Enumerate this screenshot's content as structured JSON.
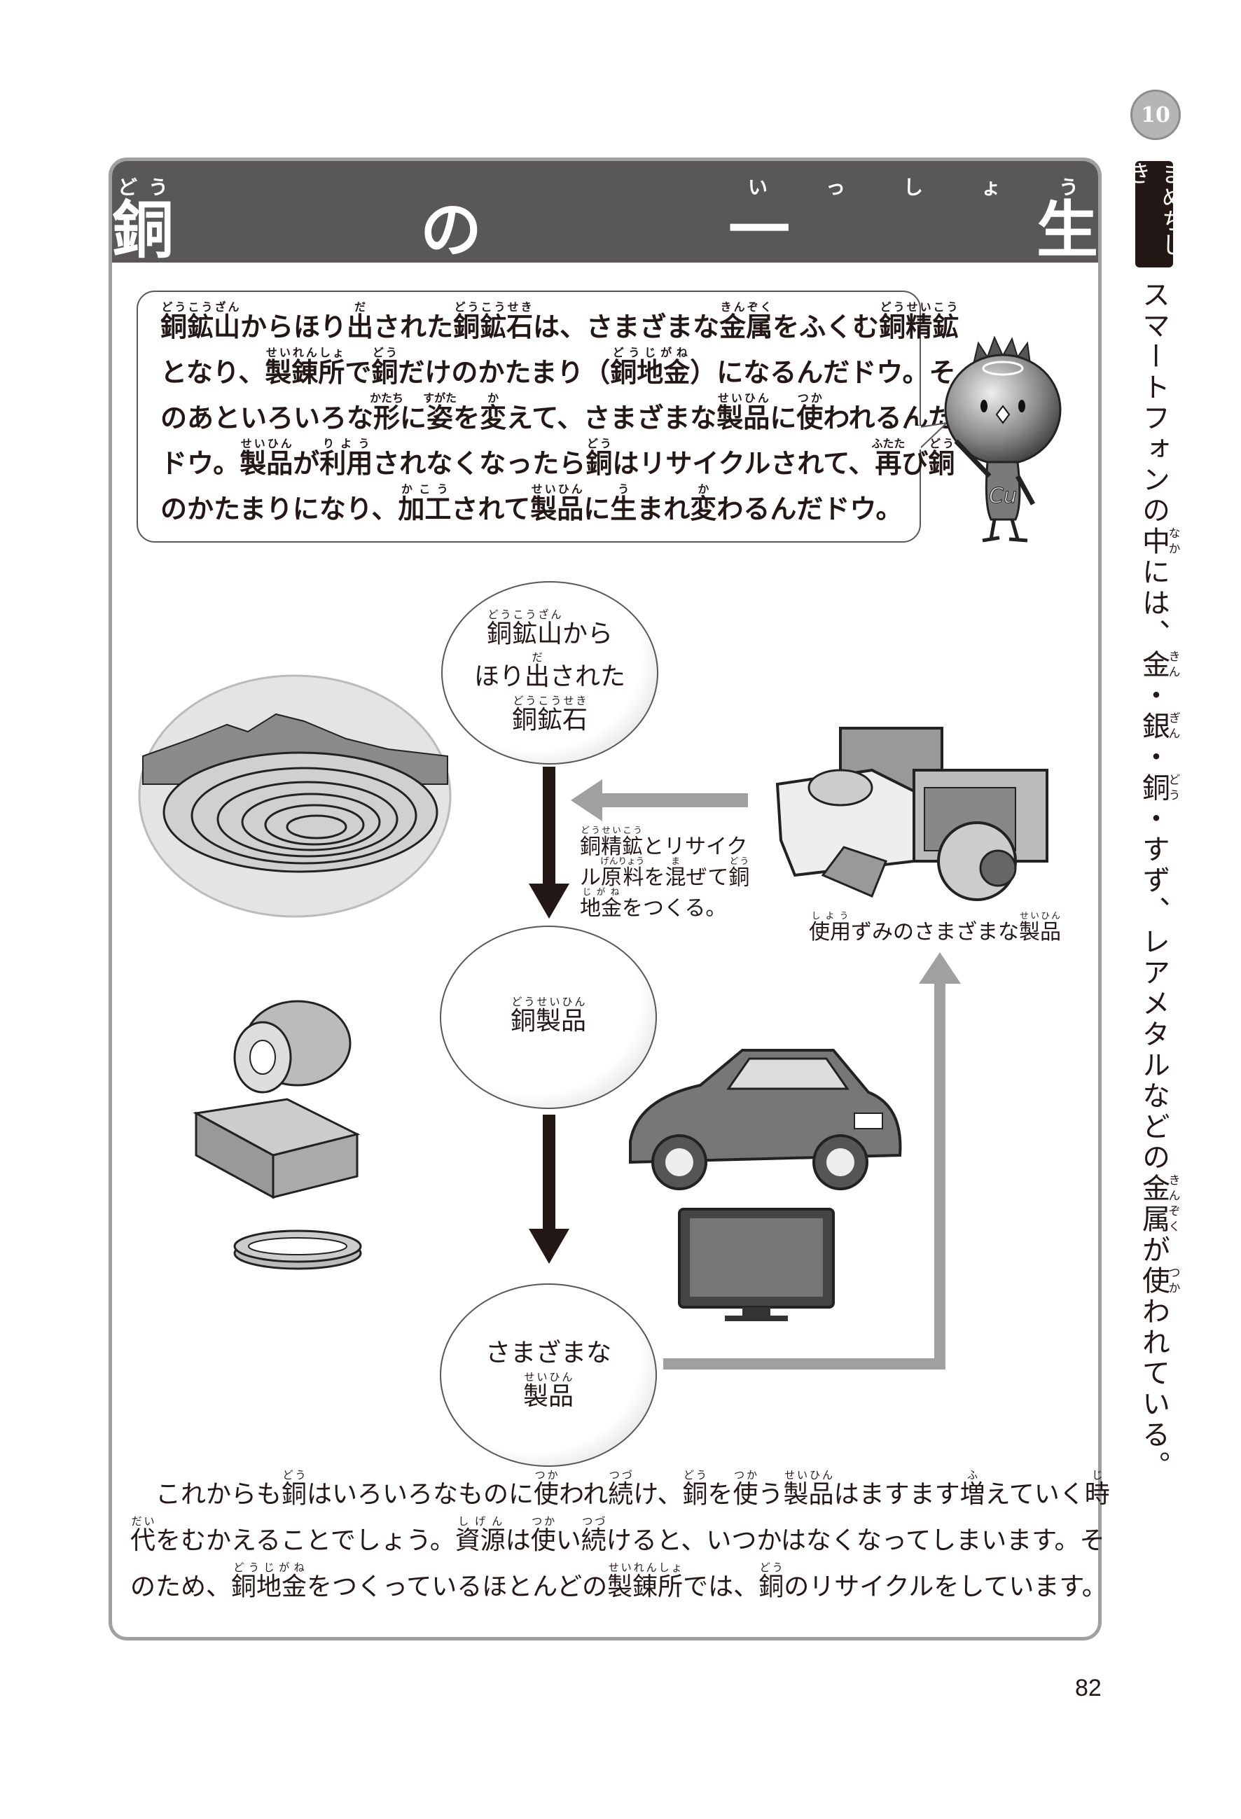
{
  "title": [
    [
      [
        "銅",
        "どう"
      ],
      [
        "の"
      ],
      [
        "一生",
        "いっしょう"
      ]
    ]
  ],
  "bubble_text": [
    [
      [
        "銅鉱山",
        "どうこうざん"
      ],
      [
        "からほり"
      ],
      [
        "出",
        "だ"
      ],
      [
        "された"
      ],
      [
        "銅鉱石",
        "どうこうせき"
      ],
      [
        "は、さまざまな"
      ],
      [
        "金属",
        "きんぞく"
      ],
      [
        "をふくむ"
      ],
      [
        "銅精鉱",
        "どうせいこう"
      ]
    ],
    [
      [
        "となり、"
      ],
      [
        "製錬所",
        "せいれんしょ"
      ],
      [
        "で"
      ],
      [
        "銅",
        "どう"
      ],
      [
        "だけのかたまり（"
      ],
      [
        "銅地金",
        "どうじがね"
      ],
      [
        "）になるんだドウ。そ"
      ]
    ],
    [
      [
        "のあといろいろな"
      ],
      [
        "形",
        "かたち"
      ],
      [
        "に"
      ],
      [
        "姿",
        "すがた"
      ],
      [
        "を"
      ],
      [
        "変",
        "か"
      ],
      [
        "えて、さまざまな"
      ],
      [
        "製品",
        "せいひん"
      ],
      [
        "に"
      ],
      [
        "使",
        "つか"
      ],
      [
        "われるんだ"
      ]
    ],
    [
      [
        "ドウ。"
      ],
      [
        "製品",
        "せいひん"
      ],
      [
        "が"
      ],
      [
        "利用",
        "りよう"
      ],
      [
        "されなくなったら"
      ],
      [
        "銅",
        "どう"
      ],
      [
        "はリサイクルされて、"
      ],
      [
        "再",
        "ふたた"
      ],
      [
        "び"
      ],
      [
        "銅",
        "どう"
      ]
    ],
    [
      [
        "のかたまりになり、"
      ],
      [
        "加工",
        "かこう"
      ],
      [
        "されて"
      ],
      [
        "製品",
        "せいひん"
      ],
      [
        "に"
      ],
      [
        "生",
        "う"
      ],
      [
        "まれ"
      ],
      [
        "変",
        "か"
      ],
      [
        "わるんだドウ。"
      ]
    ]
  ],
  "mascot": {
    "chest_text": "Cu"
  },
  "flow": {
    "step1": [
      [
        [
          "銅鉱山",
          "どうこうざん"
        ],
        [
          "から"
        ]
      ],
      [
        [
          "ほり"
        ],
        [
          "出",
          "だ"
        ],
        [
          "された"
        ]
      ],
      [
        [
          "銅鉱石",
          "どうこうせき"
        ]
      ]
    ],
    "step2": [
      [
        [
          "銅製品",
          "どうせいひん"
        ]
      ]
    ],
    "step3": [
      [
        [
          "さまざまな"
        ]
      ],
      [
        [
          "製品",
          "せいひん"
        ]
      ]
    ],
    "recycle_note": [
      [
        [
          "銅精鉱",
          "どうせいこう"
        ],
        [
          "とリサイク"
        ]
      ],
      [
        [
          "ル"
        ],
        [
          "原料",
          "げんりょう"
        ],
        [
          "を"
        ],
        [
          "混",
          "ま"
        ],
        [
          "ぜて"
        ],
        [
          "銅",
          "どう"
        ]
      ],
      [
        [
          "地金",
          "じがね"
        ],
        [
          "をつくる。"
        ]
      ]
    ],
    "used_products_label": [
      [
        [
          "使用",
          "しよう"
        ],
        [
          "ずみのさまざまな"
        ],
        [
          "製品",
          "せいひん"
        ]
      ]
    ]
  },
  "bottom_text": [
    [
      [
        "　これからも"
      ],
      [
        "銅",
        "どう"
      ],
      [
        "はいろいろなものに"
      ],
      [
        "使",
        "つか"
      ],
      [
        "われ"
      ],
      [
        "続",
        "つづ"
      ],
      [
        "け、"
      ],
      [
        "銅",
        "どう"
      ],
      [
        "を"
      ],
      [
        "使",
        "つか"
      ],
      [
        "う"
      ],
      [
        "製品",
        "せいひん"
      ],
      [
        "はますます"
      ],
      [
        "増",
        "ふ"
      ],
      [
        "えていく"
      ],
      [
        "時",
        "じ"
      ]
    ],
    [
      [
        "代",
        "だい"
      ],
      [
        "をむかえることでしょう。"
      ],
      [
        "資源",
        "しげん"
      ],
      [
        "は"
      ],
      [
        "使",
        "つか"
      ],
      [
        "い"
      ],
      [
        "続",
        "つづ"
      ],
      [
        "けると、いつかはなくなってしまいます。そ"
      ]
    ],
    [
      [
        "のため、"
      ],
      [
        "銅地金",
        "どうじがね"
      ],
      [
        "をつくっているほとんどの"
      ],
      [
        "製錬所",
        "せいれんしょ"
      ],
      [
        "では、"
      ],
      [
        "銅",
        "どう"
      ],
      [
        "のリサイクルをしています。"
      ]
    ]
  ],
  "sidebar": {
    "badge": "10",
    "tag": "まめちしき",
    "text": [
      [
        [
          "スマートフォンの"
        ],
        [
          "中",
          "なか"
        ],
        [
          "には、"
        ],
        [
          "金",
          "きん"
        ],
        [
          "・"
        ],
        [
          "銀",
          "ぎん"
        ],
        [
          "・"
        ],
        [
          "銅",
          "どう"
        ],
        [
          "・すず、レアメタルなどの"
        ],
        [
          "金属",
          "きんぞく"
        ],
        [
          "が"
        ],
        [
          "使",
          "つか"
        ],
        [
          "われている。"
        ]
      ]
    ]
  },
  "page_number": "82",
  "colors": {
    "header": "#595757",
    "frame": "#9fa0a0",
    "ink": "#231815",
    "recycle_arrow": "#9fa0a0"
  }
}
